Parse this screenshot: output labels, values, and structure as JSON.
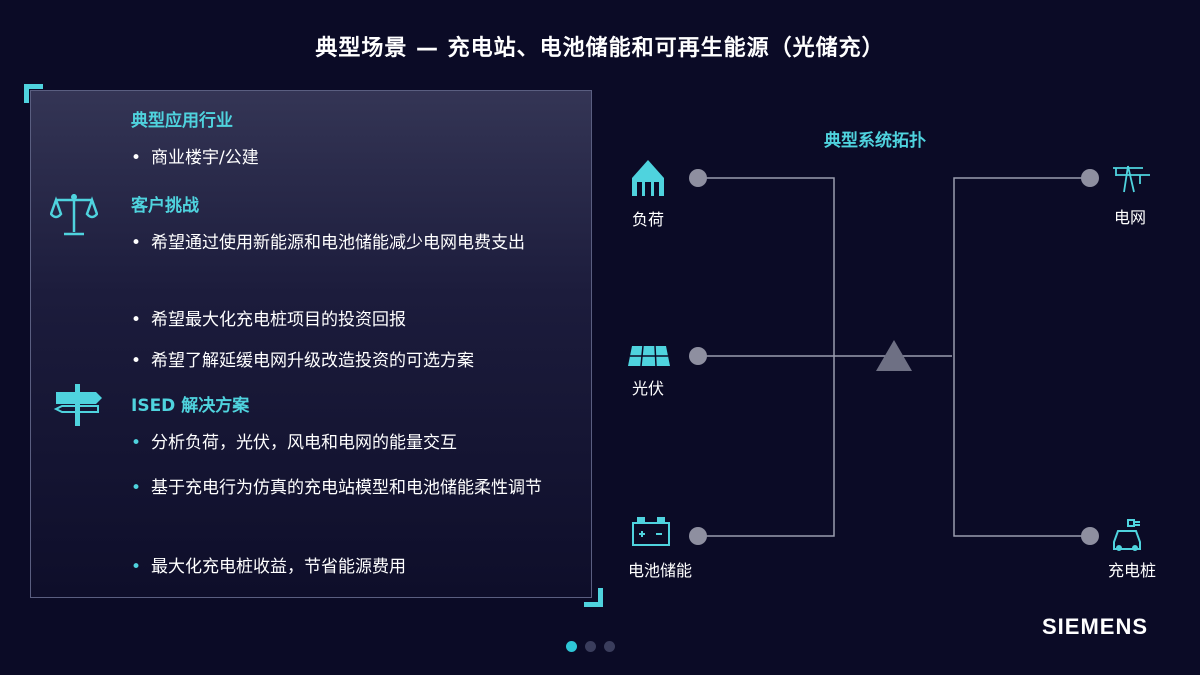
{
  "slide": {
    "title": "典型场景 — 充电站、电池储能和可再生能源（光储充）"
  },
  "card": {
    "sections": [
      {
        "title": "典型应用行业",
        "icon": "",
        "bullets": [
          "商业楼宇/公建"
        ]
      },
      {
        "title": "客户挑战",
        "icon": "scale-icon",
        "bullets": [
          "希望通过使用新能源和电池储能减少电网电费支出",
          "希望最大化充电桩项目的投资回报",
          "希望了解延缓电网升级改造投资的可选方案"
        ]
      },
      {
        "title": "ISED 解决方案",
        "icon": "signpost-icon",
        "bullets": [
          "分析负荷，光伏，风电和电网的能量交互",
          "基于充电行为仿真的充电站模型和电池储能柔性调节",
          "最大化充电桩收益，节省能源费用"
        ]
      }
    ]
  },
  "diagram": {
    "title": "典型系统拓扑",
    "nodes": {
      "load": "负荷",
      "pv": "光伏",
      "storage": "电池储能",
      "grid": "电网",
      "charger": "充电桩"
    }
  },
  "footer": {
    "brand": "SIEMENS",
    "pages": 3,
    "active_page": 1
  },
  "colors": {
    "accent": "#4fd3de",
    "background": "#0b0b26",
    "line": "#9a9cae",
    "node": "#8e8fa0"
  }
}
